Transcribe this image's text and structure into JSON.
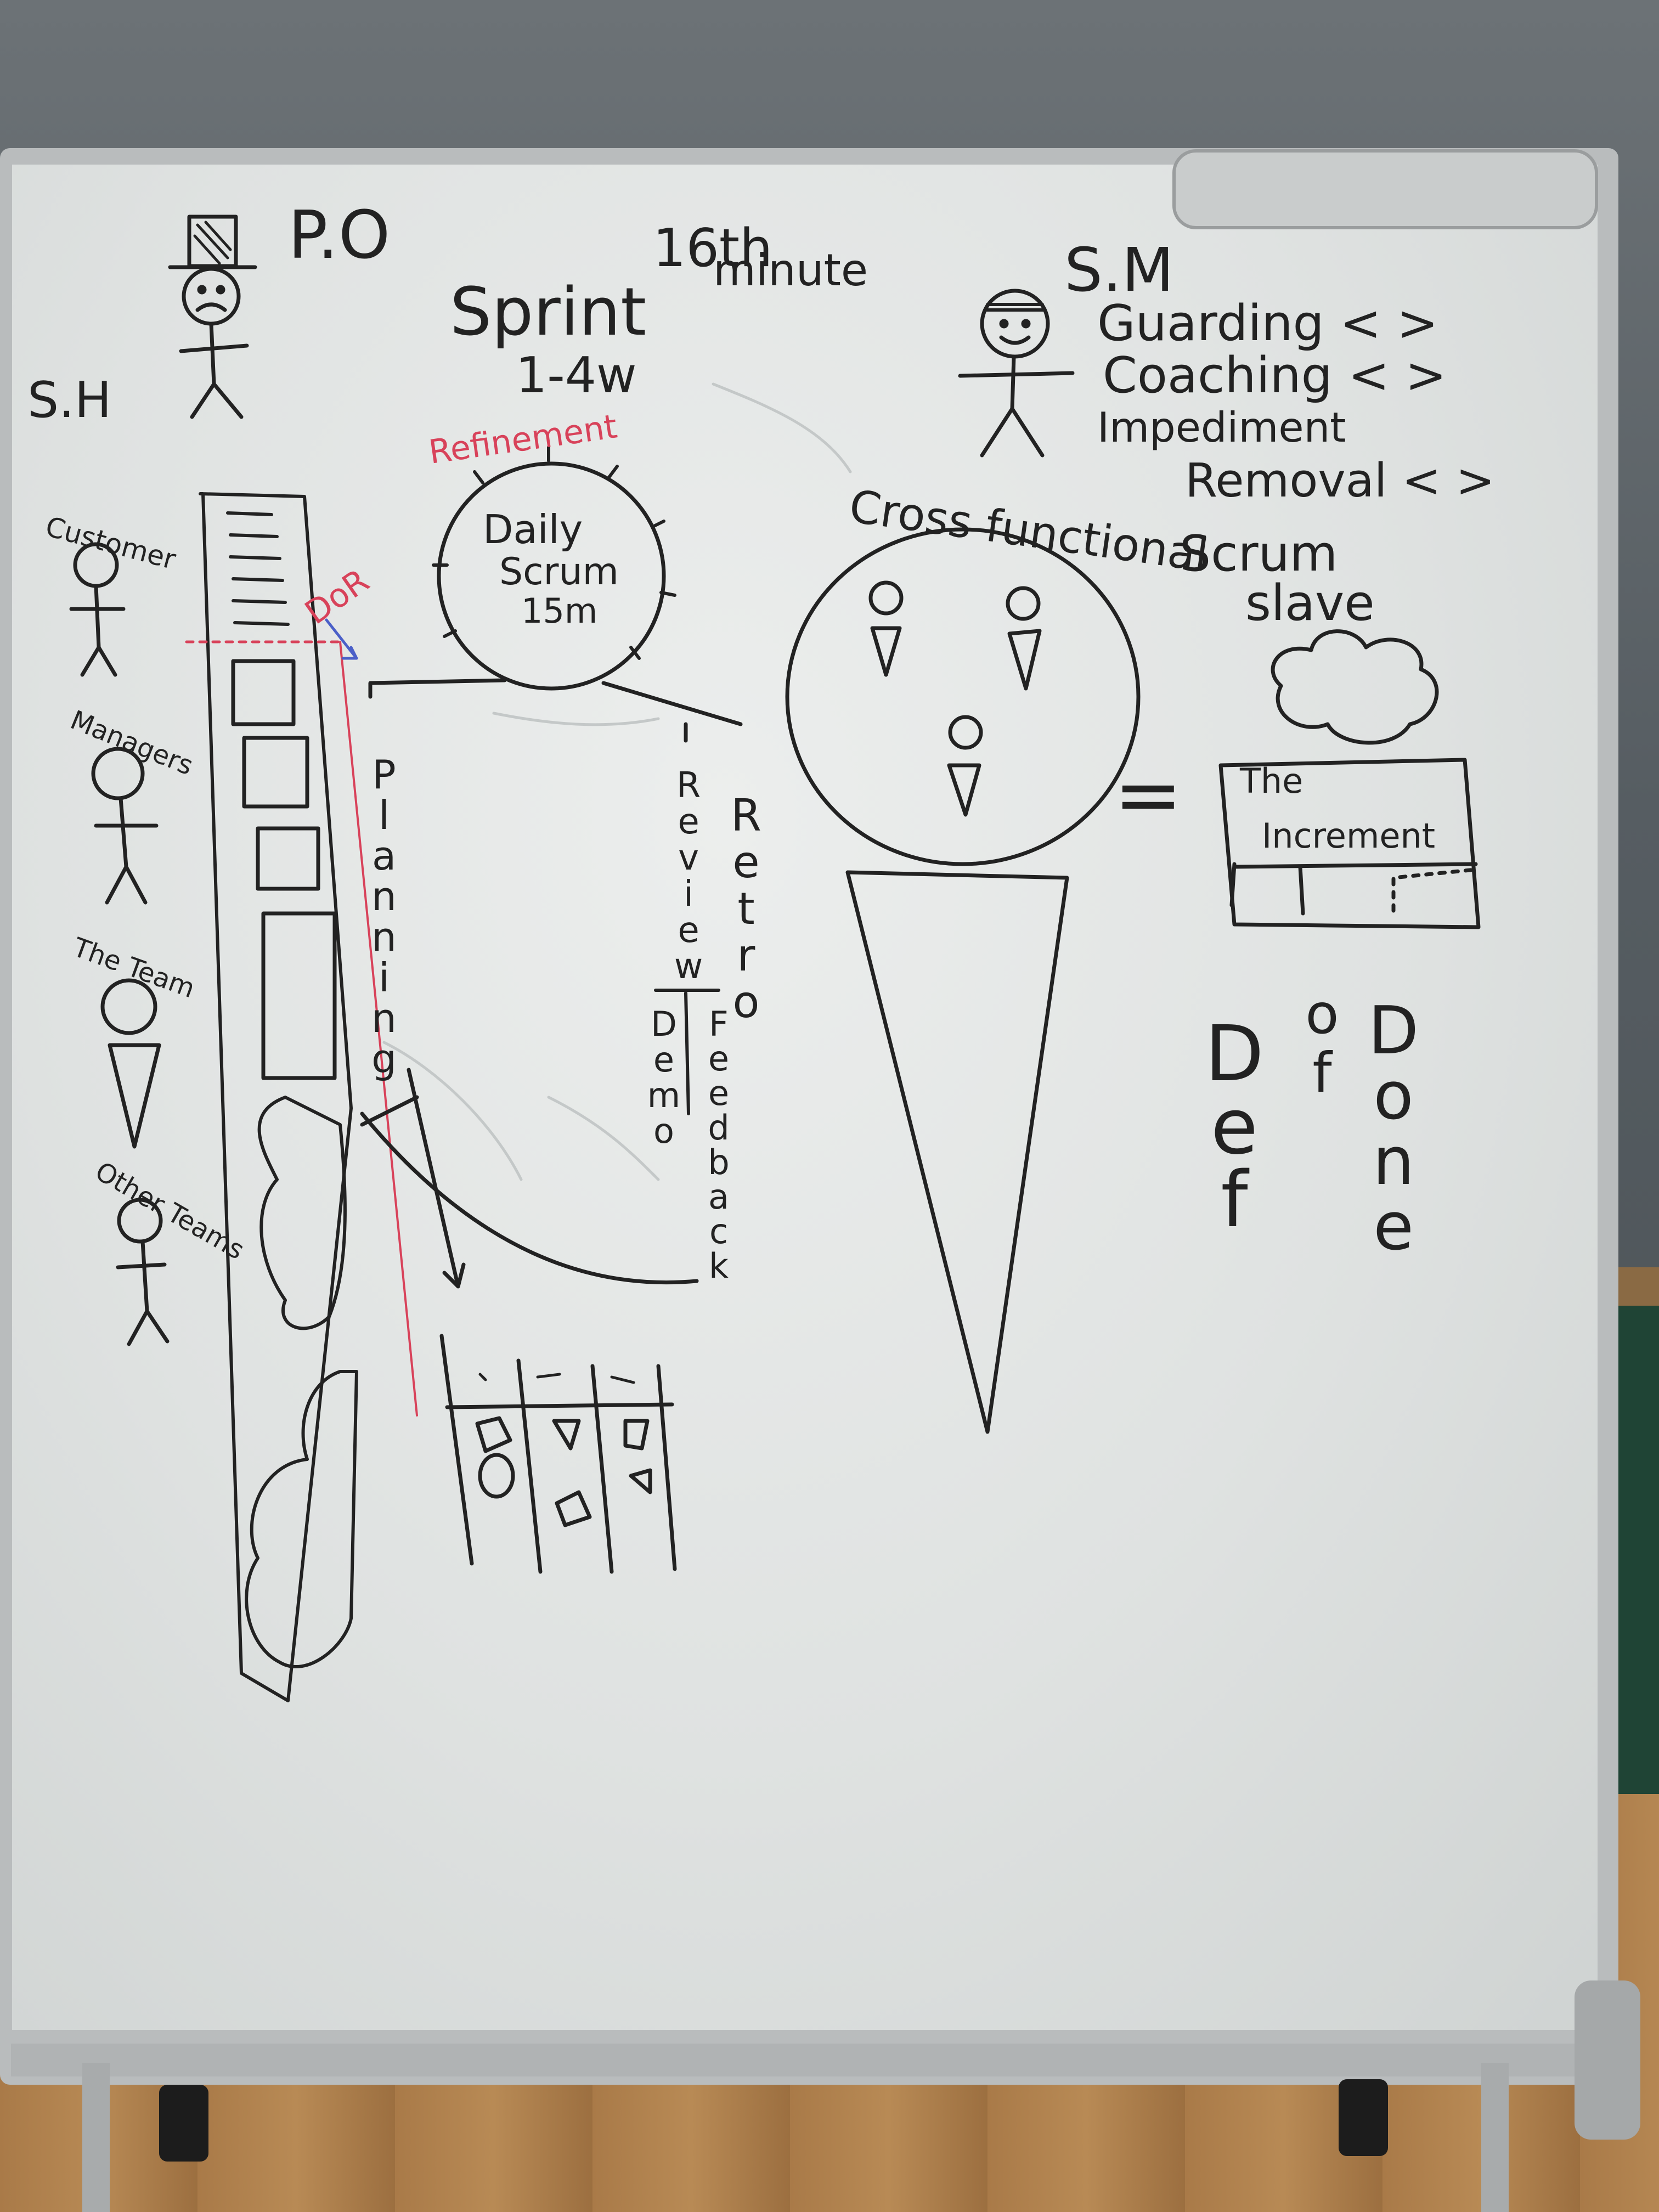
{
  "board": {
    "po_label": "P.O",
    "sixteenth_minute": "16th",
    "minute_word": "minute",
    "sm_label": "S.M",
    "sm_roles": [
      "Guarding < >",
      "Coaching < >",
      "Impediment",
      "Removal < >"
    ],
    "sh_label": "S.H",
    "sprint_title": "Sprint",
    "sprint_length": "1-4w",
    "refinement": "Refinement",
    "daily_scrum": [
      "Daily",
      "Scrum",
      "15m"
    ],
    "dor": "DoR",
    "cross_functional": "Cross functional",
    "scrum_slave": [
      "Scrum",
      "slave"
    ],
    "stakeholders": [
      "Customer",
      "Managers",
      "The Team",
      "Other Teams"
    ],
    "planning": "Planning",
    "review": "Review",
    "retro": "Retro",
    "demo": "Demo",
    "feedback": "Feedback",
    "increment": [
      "The",
      "Increment"
    ],
    "equals": "=",
    "dod": [
      "Def",
      "of",
      "Done"
    ]
  },
  "colors": {
    "marker": "#222222",
    "red": "#d8425a",
    "blue": "#4a5fc8"
  }
}
